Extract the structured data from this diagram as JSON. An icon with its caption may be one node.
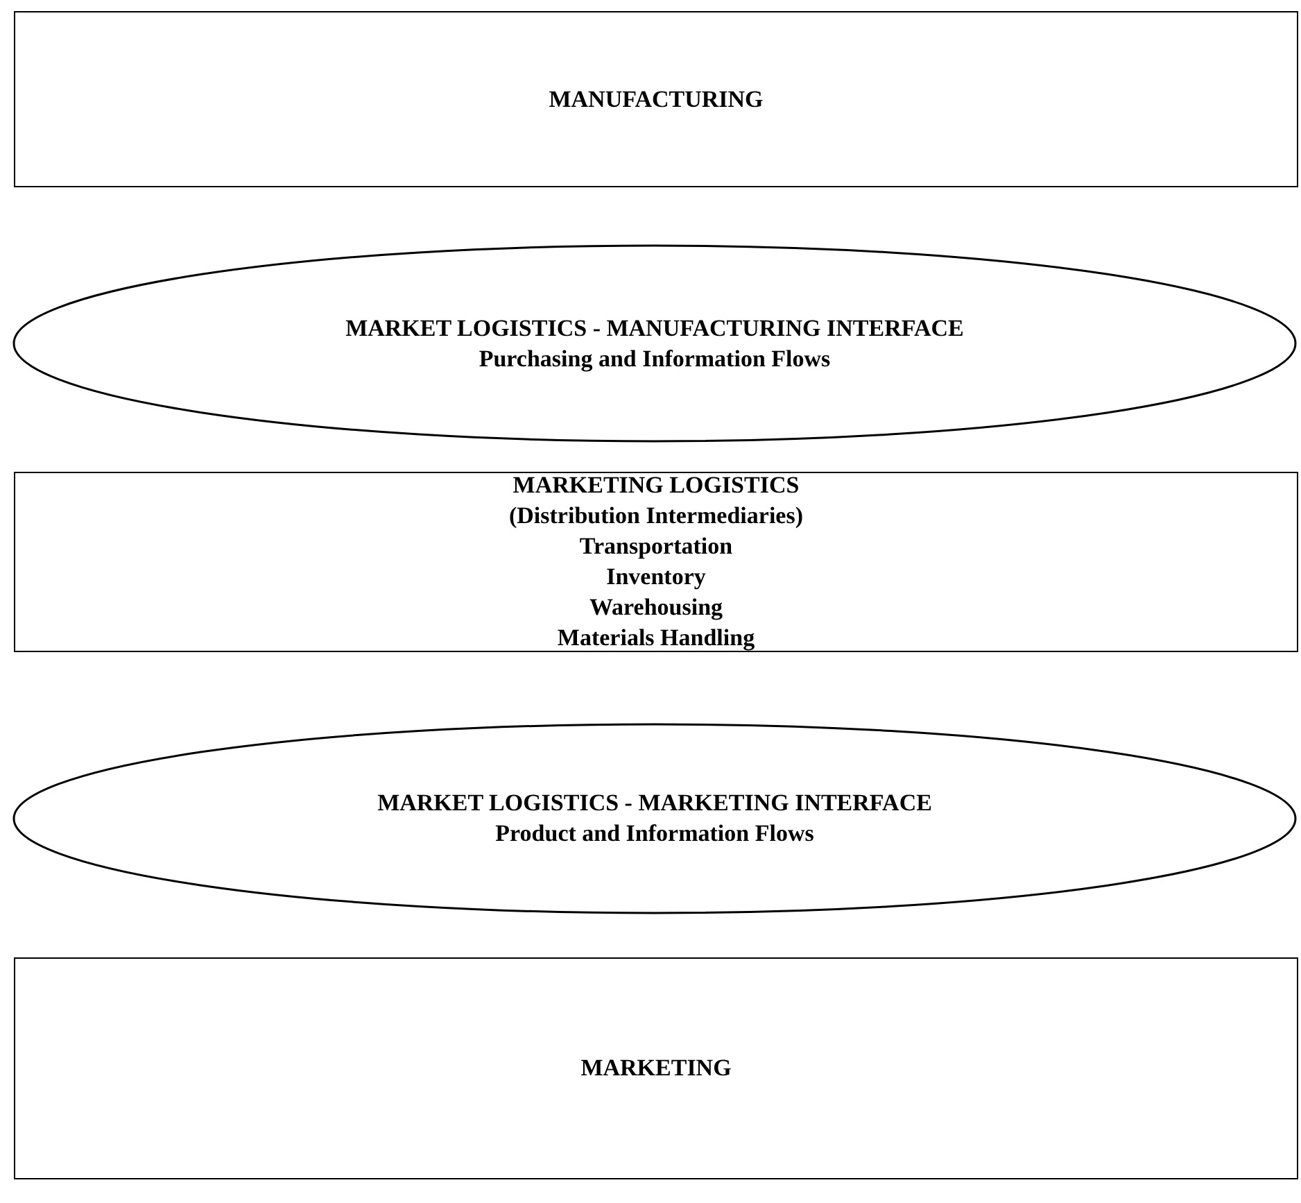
{
  "diagram": {
    "nodes": [
      {
        "text": [
          "MANUFACTURING"
        ]
      },
      {
        "text": [
          "MARKET LOGISTICS - MANUFACTURING INTERFACE",
          "Purchasing and Information Flows"
        ]
      },
      {
        "text": [
          "MARKETING LOGISTICS",
          "(Distribution Intermediaries)",
          "Transportation",
          "Inventory",
          "Warehousing",
          "Materials Handling"
        ]
      },
      {
        "text": [
          "MARKET LOGISTICS - MARKETING INTERFACE",
          "Product and Information Flows"
        ]
      },
      {
        "text": [
          "MARKETING"
        ]
      }
    ],
    "edges": []
  }
}
